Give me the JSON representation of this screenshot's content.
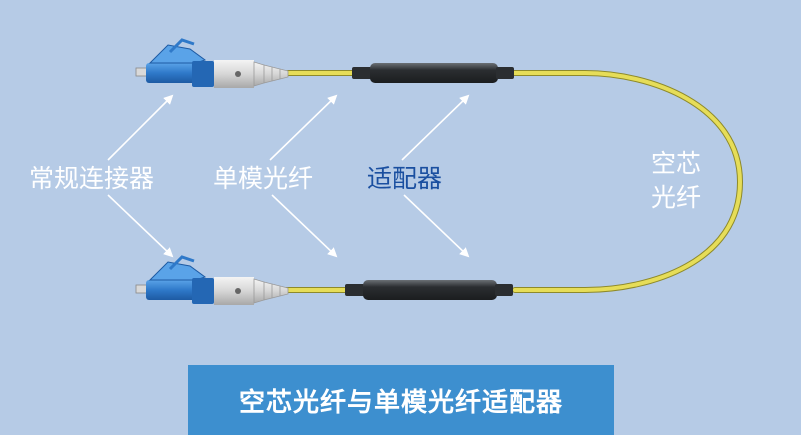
{
  "labels": {
    "connector": "常规连接器",
    "smf": "单模光纤",
    "adapter": "适配器",
    "hollow_core_line1": "空芯",
    "hollow_core_line2": "光纤"
  },
  "caption": "空芯光纤与单模光纤适配器",
  "colors": {
    "background": "#b6cbe6",
    "caption_bar": "#3d8fcf",
    "fiber": "#e6dd58",
    "connector_blue": "#2f79c9",
    "adapter_body": "#3f4347",
    "highlight_label": "#1a4fa0"
  }
}
